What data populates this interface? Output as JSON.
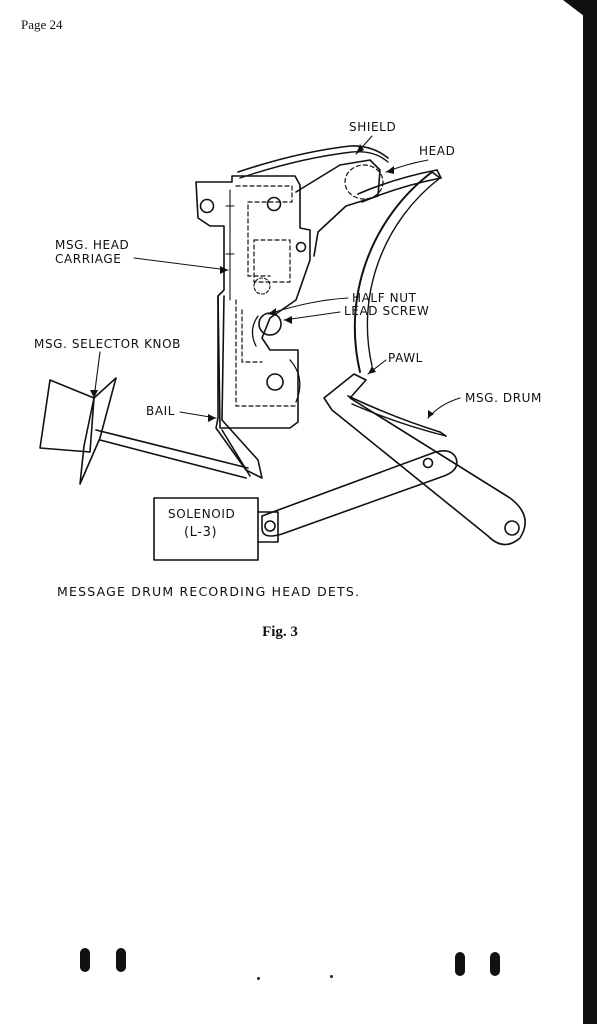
{
  "page": {
    "number_label": "Page 24"
  },
  "figure": {
    "caption": "MESSAGE DRUM RECORDING HEAD DETS.",
    "title": "Fig. 3"
  },
  "labels": {
    "shield": "SHIELD",
    "head": "HEAD",
    "msg_head_carriage_1": "MSG. HEAD",
    "msg_head_carriage_2": "CARRIAGE",
    "half_nut": "HALF NUT",
    "lead_screw": "LEAD SCREW",
    "msg_selector_knob": "MSG. SELECTOR KNOB",
    "pawl": "PAWL",
    "msg_drum": "MSG. DRUM",
    "bail": "BAIL",
    "solenoid_1": "SOLENOID",
    "solenoid_2": "(L-3)"
  },
  "colors": {
    "ink": "#111111",
    "paper": "#ffffff"
  }
}
